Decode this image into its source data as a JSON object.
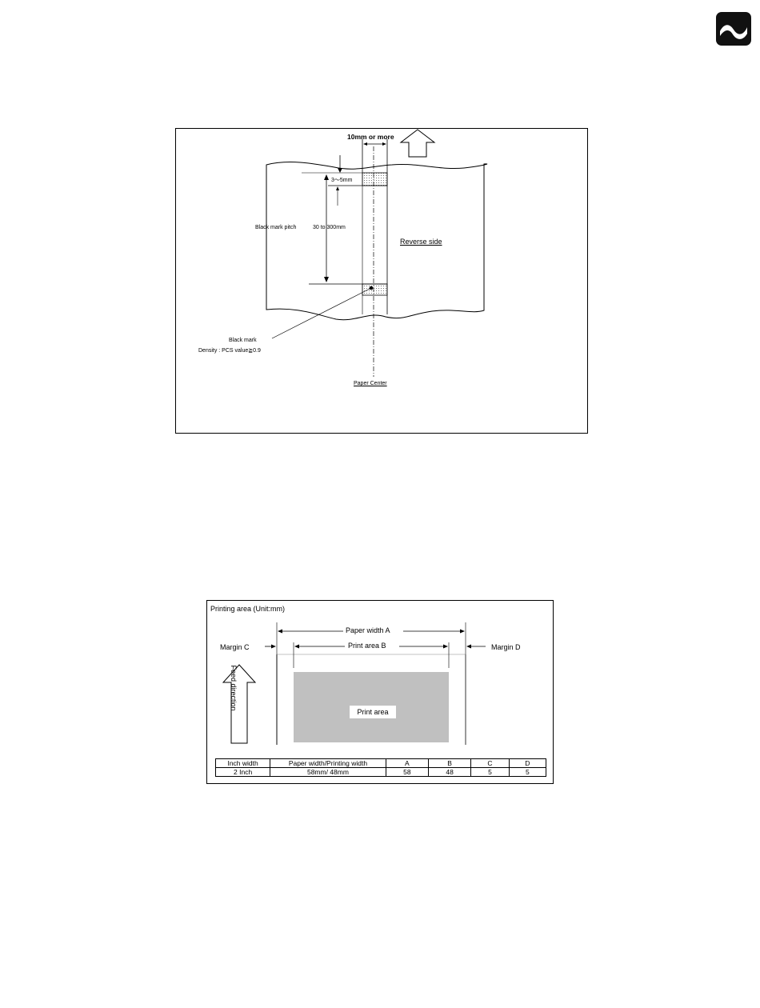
{
  "logo": {
    "icon": "wave-logo-icon"
  },
  "figure1": {
    "top_dimension": "10mm or more",
    "mark_length": "3～5mm",
    "pitch_label": "Black mark pitch",
    "pitch_value": "30 to 300mm",
    "reverse_side": "Reverse side",
    "black_mark": "Black mark",
    "density": "Density : PCS value≧0.9",
    "paper_center": "Paper Center"
  },
  "figure2": {
    "caption": "Printing area (Unit:mm)",
    "paper_width": "Paper width A",
    "print_area_b": "Print area B",
    "margin_c": "Margin C",
    "margin_d": "Margin D",
    "print_area": "Print area",
    "feed_direction": "Feed direction",
    "table": {
      "headers": [
        "Inch width",
        "Paper width/Printing width",
        "A",
        "B",
        "C",
        "D"
      ],
      "row": [
        "2 Inch",
        "58mm/ 48mm",
        "58",
        "48",
        "5",
        "5"
      ]
    }
  }
}
